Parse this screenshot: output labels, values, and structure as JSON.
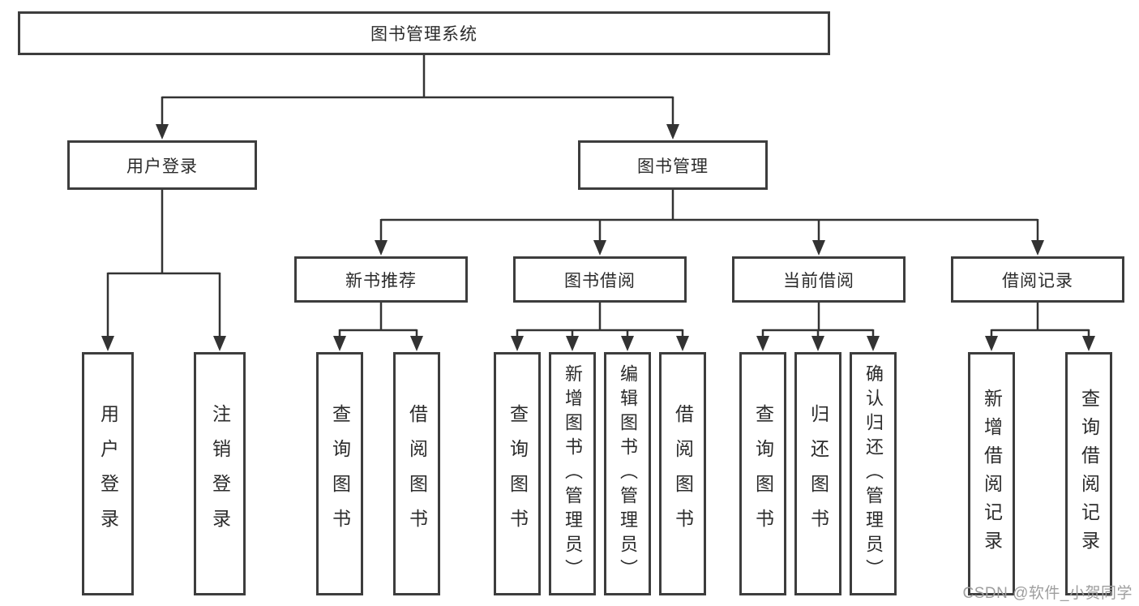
{
  "diagram": {
    "title": "图书管理系统",
    "level1": [
      {
        "label": "用户登录",
        "children": [
          "用户登录",
          "注销登录"
        ]
      },
      {
        "label": "图书管理",
        "children": [
          {
            "label": "新书推荐",
            "children": [
              "查询图书",
              "借阅图书"
            ]
          },
          {
            "label": "图书借阅",
            "children": [
              "查询图书",
              "新增图书（管理员）",
              "编辑图书（管理员）",
              "借阅图书"
            ]
          },
          {
            "label": "当前借阅",
            "children": [
              "查询图书",
              "归还图书",
              "确认归还（管理员）"
            ]
          },
          {
            "label": "借阅记录",
            "children": [
              "新增借阅记录",
              "查询借阅记录"
            ]
          }
        ]
      }
    ],
    "watermark": "CSDN @软件_小贺同学",
    "colors": {
      "line": "#333333",
      "border": "#3d3d3d",
      "text": "#2b2b2b",
      "background": "#ffffff",
      "watermark": "#9e9e9e"
    }
  }
}
